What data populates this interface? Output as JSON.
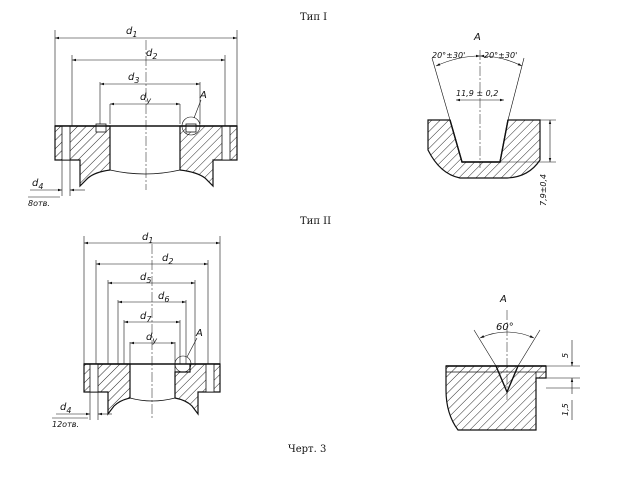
{
  "type1": {
    "title": "Тип I",
    "dims": {
      "d1": "d",
      "d1sub": "1",
      "d2": "d",
      "d2sub": "2",
      "d3": "d",
      "d3sub": "3",
      "dy": "d",
      "dysub": "у",
      "d4": "d",
      "d4sub": "4",
      "holes": "8отв."
    },
    "view_letter": "A",
    "detail": {
      "letter": "A",
      "angle_left": "20°±30'",
      "angle_right": "20°±30'",
      "width": "11,9 ± 0,2",
      "depth": "7,9±0,4"
    }
  },
  "type2": {
    "title": "Тип II",
    "dims": {
      "d1": "d",
      "d1sub": "1",
      "d2": "d",
      "d2sub": "2",
      "d5": "d",
      "d5sub": "5",
      "d6": "d",
      "d6sub": "6",
      "d7": "d",
      "d7sub": "7",
      "dy": "d",
      "dysub": "у",
      "d4": "d",
      "d4sub": "4",
      "holes": "12отв."
    },
    "view_letter": "A",
    "detail": {
      "letter": "A",
      "angle": "60°",
      "dim_top": "5",
      "dim_bottom": "1,5"
    }
  },
  "caption": "Черт. 3"
}
